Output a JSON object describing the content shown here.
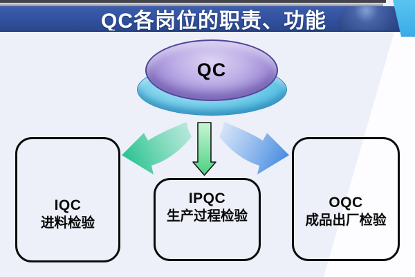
{
  "title": "QC各岗位的职责、功能",
  "hub": {
    "label": "QC"
  },
  "nodes": [
    {
      "code": "IQC",
      "desc": "进料检验"
    },
    {
      "code": "IPQC",
      "desc": "生产过程检验"
    },
    {
      "code": "OQC",
      "desc": "成品出厂检验"
    }
  ],
  "colors": {
    "title_bar": "#31519e",
    "corner_accent": "#3aabe6",
    "background": "#edeff9",
    "hub_top_disk": "#b0a0dc",
    "hub_base_disk": "#6fcbe8",
    "arrow_left_head": "#2ec492",
    "arrow_middle": "#4bd180",
    "arrow_right_head": "#4b8fe2",
    "box_border": "#0c0c0c"
  }
}
